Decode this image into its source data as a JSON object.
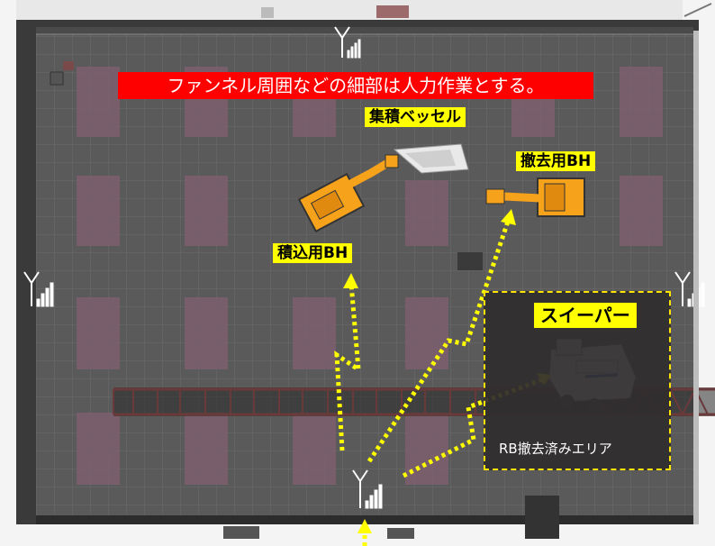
{
  "banner": {
    "text": "ファンネル周囲などの細部は人力作業とする。",
    "color": "#ff0000"
  },
  "labels": {
    "vessel": "集積ベッセル",
    "bh_remove": "撤去用BH",
    "bh_load": "積込用BH",
    "sweeper": "スイーパー",
    "area": "RB撤去済みエリア"
  },
  "colors": {
    "label_bg": "#ffff00",
    "arrow": "#ffff00",
    "floor": "#5b5a5b",
    "panel": "#7c5f6d",
    "excavator": "#f7a21b",
    "truss": "#6a3a3a",
    "area_border": "#ffe400"
  },
  "icons": [
    "antenna-icon",
    "excavator-icon",
    "vessel-icon",
    "sweeper-icon"
  ]
}
